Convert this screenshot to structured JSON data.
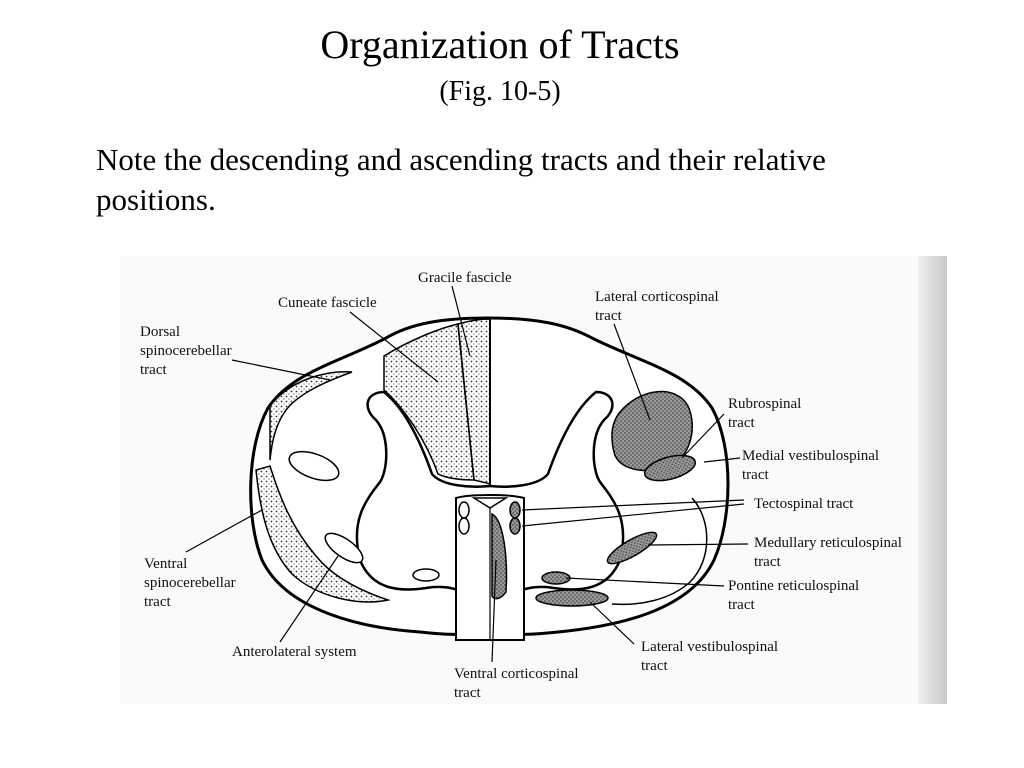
{
  "slide": {
    "title": "Organization of Tracts",
    "subtitle": "(Fig. 10-5)",
    "body": "Note the descending and ascending tracts and their relative positions."
  },
  "labels": {
    "gracile": "Gracile fascicle",
    "cuneate": "Cuneate fascicle",
    "dorsal_spino_1": "Dorsal",
    "dorsal_spino_2": "spinocerebellar",
    "dorsal_spino_3": "tract",
    "lat_cortico_1": "Lateral corticospinal",
    "lat_cortico_2": "tract",
    "rubro_1": "Rubrospinal",
    "rubro_2": "tract",
    "med_vest_1": "Medial vestibulospinal",
    "med_vest_2": "tract",
    "tecto": "Tectospinal tract",
    "med_retic_1": "Medullary reticulospinal",
    "med_retic_2": "tract",
    "pont_retic_1": "Pontine reticulospinal",
    "pont_retic_2": "tract",
    "lat_vest_1": "Lateral vestibulospinal",
    "lat_vest_2": "tract",
    "vent_cortico_1": "Ventral corticospinal",
    "vent_cortico_2": "tract",
    "anterolateral": "Anterolateral system",
    "vent_spino_1": "Ventral",
    "vent_spino_2": "spinocerebellar",
    "vent_spino_3": "tract"
  }
}
